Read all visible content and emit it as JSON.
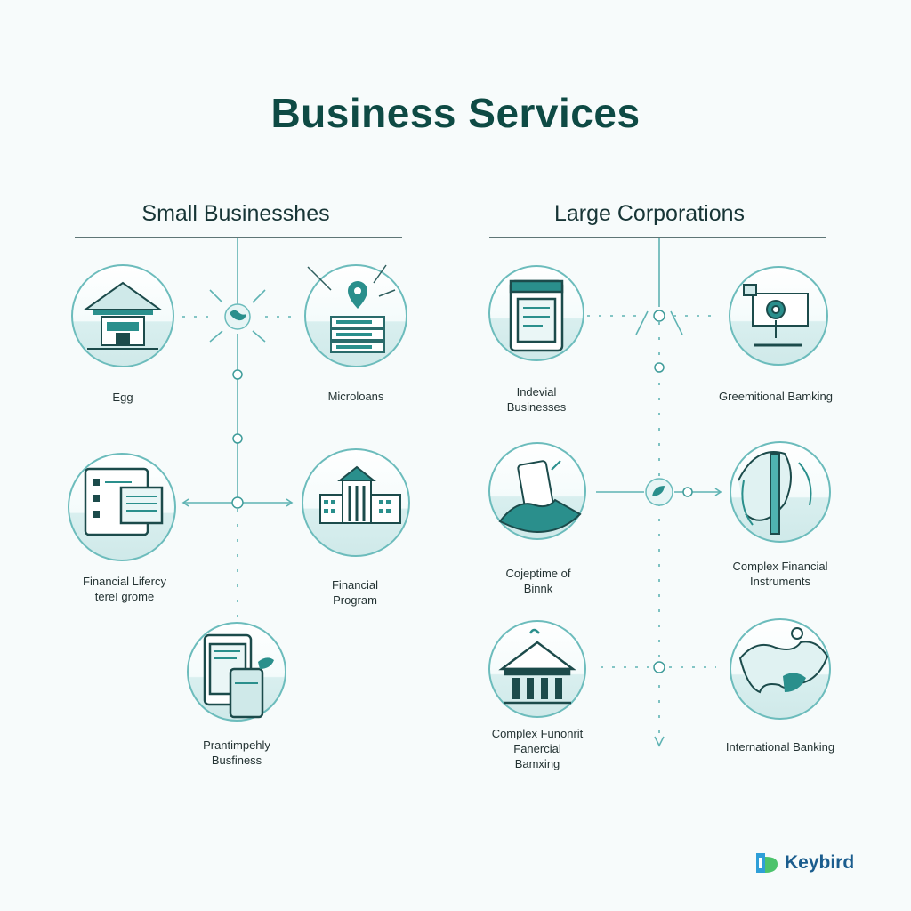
{
  "header": {
    "title": "Business Services"
  },
  "sections": {
    "small": {
      "title": "Small Businesshes"
    },
    "large": {
      "title": "Large Corporations"
    }
  },
  "nodes": {
    "egg": "Egg",
    "microloans": "Microloans",
    "financial_literacy": "Financial Lifercy\ntereI grome",
    "financial_program": "Financial\nProgram",
    "prantimpehly": "Prantimpehly\nBusfiness",
    "indevial": "Indevial\nBusinesses",
    "greemitional": "Greemitional Bamking",
    "cojeptime": "Cojeptime of\nBinnk",
    "complex_instruments": "Complex Financial\nInstruments",
    "complex_funonrit": "Complex Funonrit\nFanercial\nBamxing",
    "international": "International Banking"
  },
  "brand": {
    "name": "Keybird"
  },
  "colors": {
    "accent": "#2a8f8c",
    "line": "#5fb3b3",
    "title": "#0e4a44",
    "circle_fill": "#e6f4f4"
  },
  "icons": {
    "egg": "bank-building-icon",
    "microloans": "map-pin-server-icon",
    "financial_literacy": "checklist-icon",
    "financial_program": "government-building-icon",
    "prantimpehly": "tablet-phone-icon",
    "indevial": "tablet-screen-icon",
    "greemitional": "camera-monitor-icon",
    "cojeptime": "handshake-device-icon",
    "complex_instruments": "globe-pillar-icon",
    "complex_funonrit": "bank-columns-icon",
    "international": "world-map-icon"
  }
}
